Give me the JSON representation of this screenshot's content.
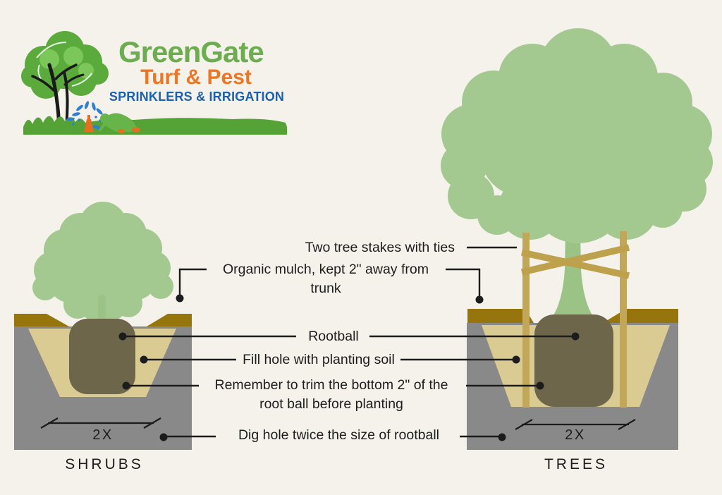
{
  "page": {
    "background_color": "#f5f1eb",
    "text_color": "#1d1d1d"
  },
  "logo": {
    "brand": "GreenGate",
    "brand_color": "#6cae4f",
    "sub_brand": "Turf & Pest",
    "sub_brand_color": "#ee7623",
    "tagline": "SPRINKLERS & IRRIGATION",
    "tagline_color": "#1b61ae"
  },
  "callouts": {
    "stakes": {
      "line1": "Two tree stakes with ties"
    },
    "mulch": {
      "line1": "Organic mulch, kept 2\" away from",
      "line2": "trunk"
    },
    "rootball": {
      "line1": "Rootball"
    },
    "fill_hole": {
      "line1": "Fill hole with planting soil"
    },
    "trim": {
      "line1": "Remember to trim the bottom 2\" of the",
      "line2": "root ball before planting"
    },
    "dig_hole": {
      "line1": "Dig hole twice the size of rootball"
    }
  },
  "shrub_diagram": {
    "caption": "SHRUBS",
    "dimension_label": "2X"
  },
  "tree_diagram": {
    "caption": "TREES",
    "dimension_label": "2X"
  },
  "colors": {
    "canopy_green": "#a4c990",
    "trunk_green": "#9cc386",
    "soil_gray": "#898989",
    "planting_soil_tan": "#d9cb92",
    "mulch_gold": "#96750d",
    "rootball_brown": "#6d664a",
    "stake_tan": "#c1a757",
    "tie_tan": "#bda14c",
    "callout_line": "#1c1c1c",
    "logo_foliage_green": "#5aaa3c",
    "logo_foliage_light": "#7cc75a",
    "logo_grass_green": "#55a336",
    "logo_trunk_black": "#1a1a1a",
    "logo_sprinkler_orange": "#e56f1f",
    "logo_water_blue": "#2d7fd3",
    "logo_person_green": "#67b44a"
  }
}
